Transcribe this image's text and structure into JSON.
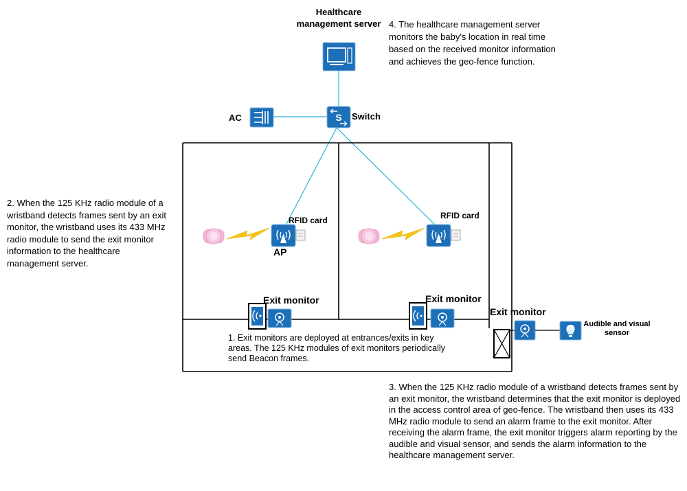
{
  "server": {
    "label": "Healthcare management server"
  },
  "network": {
    "ac_label": "AC",
    "switch_label": "Switch",
    "switch_glyph": "S",
    "ap_label": "AP"
  },
  "zones": {
    "rfid_label_left": "RFID card",
    "rfid_label_right": "RFID card",
    "exit_monitor_left": "Exit monitor",
    "exit_monitor_middle": "Exit monitor",
    "exit_monitor_right": "Exit monitor",
    "sensor_label": "Audible and visual sensor"
  },
  "steps": {
    "step1": "1. Exit monitors are deployed at entrances/exits in key areas. The 125 KHz modules of exit monitors periodically send Beacon frames.",
    "step2": "2. When the 125 KHz radio module of a wristband detects frames sent by an exit monitor, the wristband uses its 433 MHz radio module to send the exit monitor information to the healthcare management server.",
    "step3": "3. When the 125 KHz radio module of a wristband detects frames sent by an exit monitor, the wristband determines that the exit monitor is deployed in the access control area of geo-fence. The wristband then uses its 433 MHz radio module to send an alarm frame to the exit monitor. After receiving the alarm frame, the exit monitor triggers alarm reporting by the audible and visual sensor, and sends the alarm information to the healthcare management server.",
    "step4": "4. The healthcare management server monitors the baby's location in real time based on the received monitor information and achieves the geo-fence function."
  },
  "colors": {
    "device_blue": "#1d6fb8",
    "link_cyan": "#29b3d9",
    "wristband_pink": "#f3b6d6",
    "signal_yellow": "#f5c518",
    "wall_black": "#000000"
  },
  "icons": [
    "server-icon",
    "ac-icon",
    "switch-icon",
    "ap-icon",
    "wristband-icon",
    "signal-bolt-icon",
    "rfid-card-icon",
    "exit-antenna-icon",
    "exit-monitor-icon",
    "gate-icon",
    "sensor-bulb-icon"
  ]
}
